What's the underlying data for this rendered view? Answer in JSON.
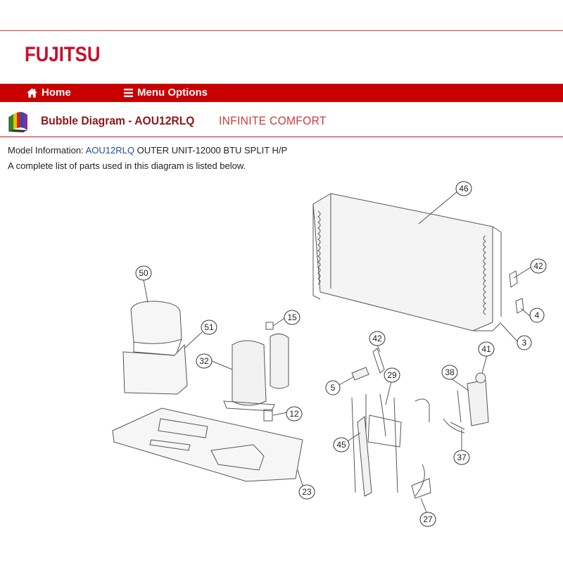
{
  "brand": {
    "logo_text": "FUJITSU",
    "color": "#c8102e"
  },
  "nav": {
    "home_label": "Home",
    "menu_label": "Menu Options",
    "bar_color": "#c80000"
  },
  "page": {
    "title": "Bubble Diagram - AOU12RLQ",
    "tagline": "INFINITE COMFORT"
  },
  "model": {
    "label": "Model Information:",
    "model_number": "AOU12RLQ",
    "description": "OUTER UNIT-12000 BTU SPLIT H/P"
  },
  "intro_text": "A complete list of parts used in this diagram is listed below.",
  "diagram": {
    "bubbles": [
      "46",
      "42",
      "4",
      "3",
      "50",
      "51",
      "15",
      "32",
      "12",
      "42",
      "5",
      "29",
      "41",
      "38",
      "45",
      "37",
      "23",
      "27"
    ]
  },
  "icons": {
    "home": "home-icon",
    "menu": "menu-icon",
    "book": "books-icon"
  }
}
